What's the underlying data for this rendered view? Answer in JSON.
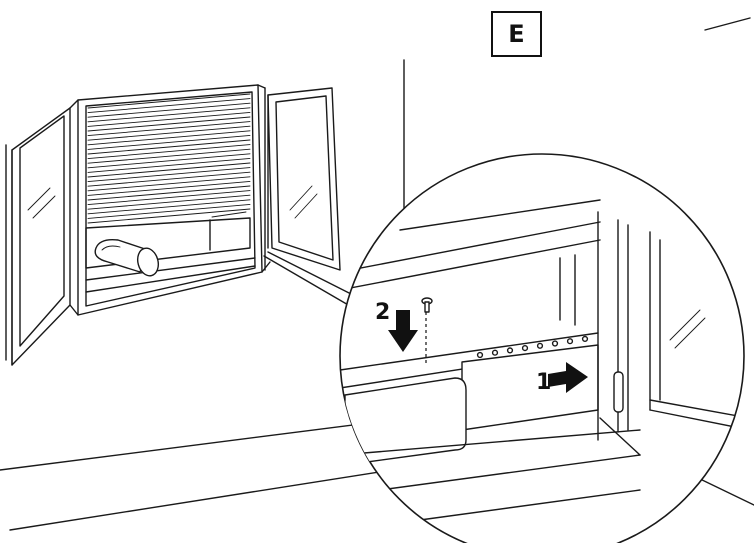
{
  "figure": {
    "panel_label": "E",
    "steps": [
      {
        "number": "1",
        "arrow": "arrow-right-icon"
      },
      {
        "number": "2",
        "arrow": "arrow-down-icon"
      }
    ],
    "colors": {
      "ink": "#1a1a1a",
      "paper": "#ffffff"
    }
  }
}
